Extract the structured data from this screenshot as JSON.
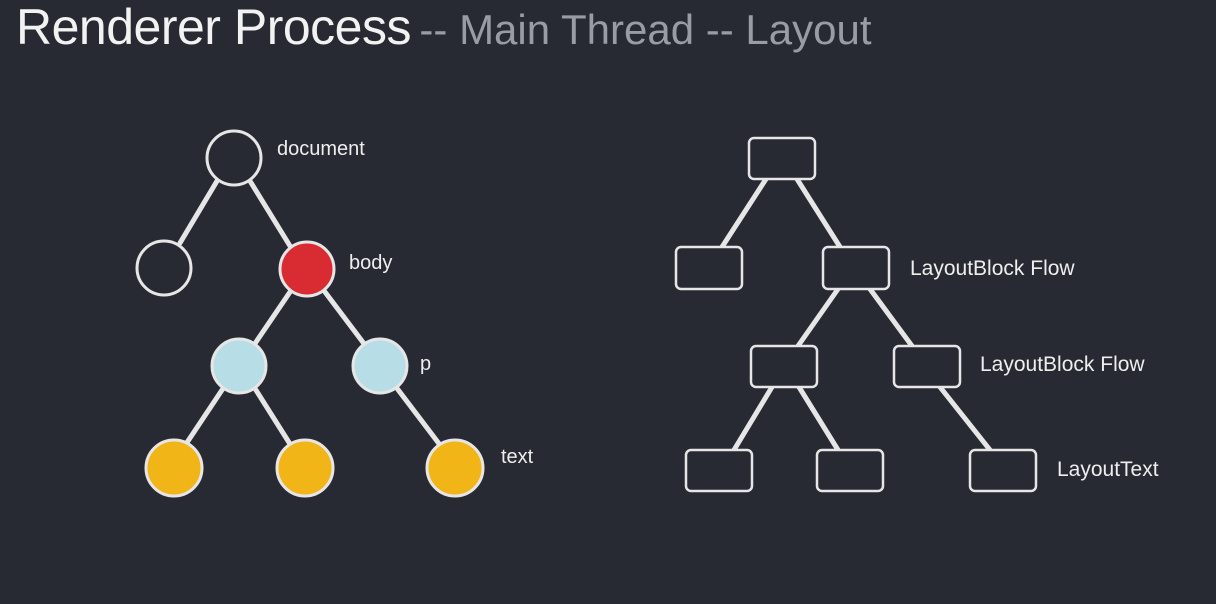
{
  "title": {
    "main": "Renderer Process",
    "subtitle": "-- Main Thread -- Layout"
  },
  "colors": {
    "background": "#282a33",
    "stroke": "#e6e6e6",
    "node_empty": "#282a33",
    "node_body": "#d92b32",
    "node_element": "#b7dde6",
    "node_text": "#f2b517"
  },
  "dom_tree": {
    "labels": {
      "document": "document",
      "body": "body",
      "p": "p",
      "text": "text"
    }
  },
  "layout_tree": {
    "labels": {
      "block_flow_1": "LayoutBlock Flow",
      "block_flow_2": "LayoutBlock Flow",
      "layout_text": "LayoutText"
    }
  }
}
